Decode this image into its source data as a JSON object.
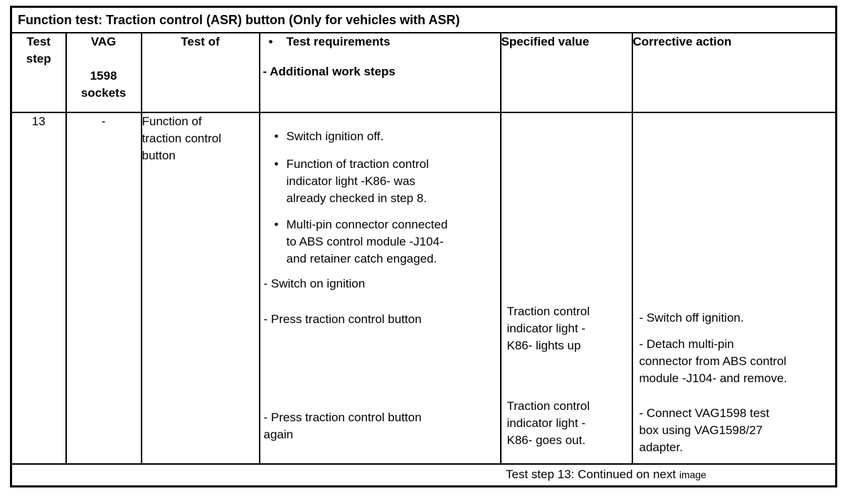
{
  "document": {
    "title": "Function test: Traction control (ASR) button (Only for vehicles with ASR)",
    "bullet_glyph": "•",
    "headers": {
      "test_step": "Test\nstep",
      "vag_sockets": "VAG\n\n1598\nsockets",
      "test_of": "Test of",
      "requirements_bullet": "Test requirements",
      "requirements_dash": "- Additional work steps",
      "specified_value": "Specified value",
      "corrective_action": "Corrective action"
    },
    "row": {
      "test_step": "13",
      "vag_sockets": "-",
      "test_of": "Function of\ntraction control\nbutton",
      "requirements": {
        "bullet_1": "Switch ignition off.",
        "bullet_2": "Function of traction control\nindicator light -K86- was\nalready checked in step 8.",
        "bullet_3": "Multi-pin connector connected\nto ABS control module -J104-\nand retainer catch engaged.",
        "dash_1": "- Switch on ignition",
        "dash_2": "- Press traction control button",
        "dash_3": "- Press traction control button\nagain"
      },
      "specified_values": {
        "value_1": "Traction control\nindicator light -\nK86- lights up",
        "value_2": "Traction control\nindicator light -\nK86- goes out."
      },
      "corrective_actions": {
        "action_1": "- Switch off ignition.",
        "action_2": "- Detach multi-pin\nconnector from ABS control\nmodule -J104- and remove.",
        "action_3": "- Connect VAG1598 test\nbox using VAG1598/27\nadapter."
      }
    },
    "footer": {
      "text": "Test step 13: Continued on next ",
      "text_small": "image"
    },
    "colors": {
      "background": "#ffffff",
      "border": "#000000",
      "text": "#000000"
    }
  }
}
